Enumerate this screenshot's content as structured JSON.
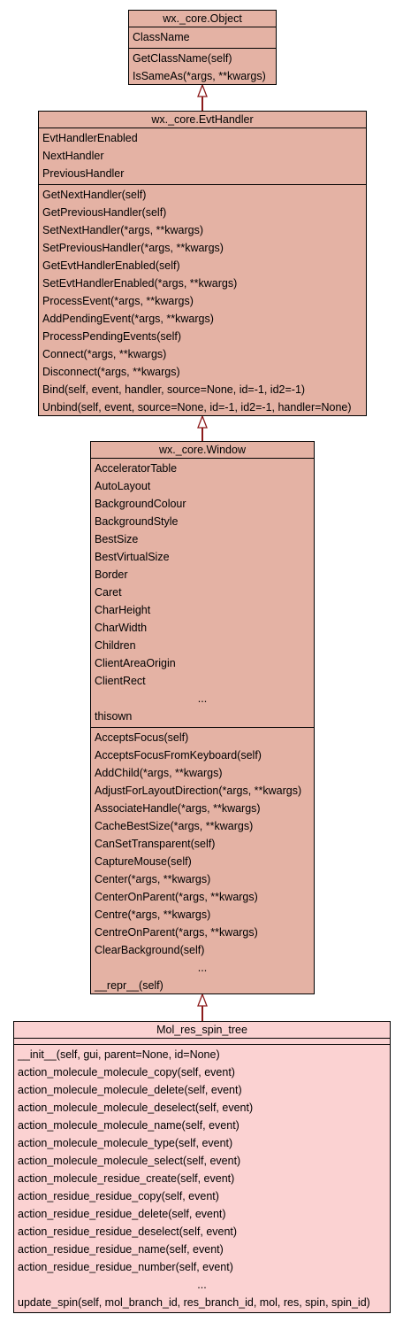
{
  "classes": [
    {
      "name": "wx._core.Object",
      "attributes": [
        "ClassName"
      ],
      "methods": [
        "GetClassName(self)",
        "IsSameAs(*args, **kwargs)"
      ]
    },
    {
      "name": "wx._core.EvtHandler",
      "attributes": [
        "EvtHandlerEnabled",
        "NextHandler",
        "PreviousHandler"
      ],
      "methods": [
        "GetNextHandler(self)",
        "GetPreviousHandler(self)",
        "SetNextHandler(*args, **kwargs)",
        "SetPreviousHandler(*args, **kwargs)",
        "GetEvtHandlerEnabled(self)",
        "SetEvtHandlerEnabled(*args, **kwargs)",
        "ProcessEvent(*args, **kwargs)",
        "AddPendingEvent(*args, **kwargs)",
        "ProcessPendingEvents(self)",
        "Connect(*args, **kwargs)",
        "Disconnect(*args, **kwargs)",
        "Bind(self, event, handler, source=None, id=-1, id2=-1)",
        "Unbind(self, event, source=None, id=-1, id2=-1, handler=None)"
      ]
    },
    {
      "name": "wx._core.Window",
      "attributes": [
        "AcceleratorTable",
        "AutoLayout",
        "BackgroundColour",
        "BackgroundStyle",
        "BestSize",
        "BestVirtualSize",
        "Border",
        "Caret",
        "CharHeight",
        "CharWidth",
        "Children",
        "ClientAreaOrigin",
        "ClientRect",
        "...",
        "thisown"
      ],
      "methods": [
        "AcceptsFocus(self)",
        "AcceptsFocusFromKeyboard(self)",
        "AddChild(*args, **kwargs)",
        "AdjustForLayoutDirection(*args, **kwargs)",
        "AssociateHandle(*args, **kwargs)",
        "CacheBestSize(*args, **kwargs)",
        "CanSetTransparent(self)",
        "CaptureMouse(self)",
        "Center(*args, **kwargs)",
        "CenterOnParent(*args, **kwargs)",
        "Centre(*args, **kwargs)",
        "CentreOnParent(*args, **kwargs)",
        "ClearBackground(self)",
        "...",
        "__repr__(self)"
      ]
    },
    {
      "name": "Mol_res_spin_tree",
      "attributes": [],
      "methods": [
        "__init__(self, gui, parent=None, id=None)",
        "action_molecule_molecule_copy(self, event)",
        "action_molecule_molecule_delete(self, event)",
        "action_molecule_molecule_deselect(self, event)",
        "action_molecule_molecule_name(self, event)",
        "action_molecule_molecule_type(self, event)",
        "action_molecule_molecule_select(self, event)",
        "action_molecule_residue_create(self, event)",
        "action_residue_residue_copy(self, event)",
        "action_residue_residue_delete(self, event)",
        "action_residue_residue_deselect(self, event)",
        "action_residue_residue_name(self, event)",
        "action_residue_residue_number(self, event)",
        "...",
        "update_spin(self, mol_branch_id, res_branch_id, mol, res, spin, spin_id)"
      ]
    }
  ],
  "colors": {
    "base_fill": "#e4b2a4",
    "derived_fill": "#fbd2d2",
    "edge": "#8b1a1a"
  }
}
